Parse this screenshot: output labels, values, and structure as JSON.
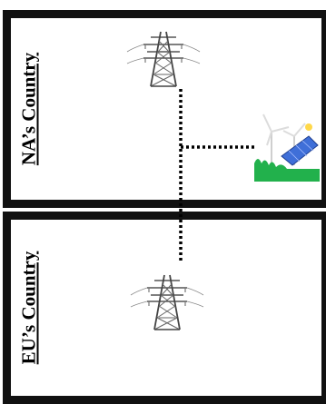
{
  "panels": {
    "na": {
      "label": "NA’s Country"
    },
    "eu": {
      "label": "EU’s Country"
    }
  },
  "icons": {
    "na_tower": "transmission-tower-icon",
    "eu_tower": "transmission-tower-icon",
    "renewable": "renewable-energy-icon"
  },
  "connections": [
    {
      "from": "na-tower",
      "to": "renewable-plant",
      "style": "dotted"
    },
    {
      "from": "na-tower",
      "to": "eu-tower",
      "style": "dotted"
    }
  ],
  "colors": {
    "border": "#111111",
    "grass": "#22b14c",
    "solar": "#3f6fd8",
    "tower": "#555555"
  }
}
